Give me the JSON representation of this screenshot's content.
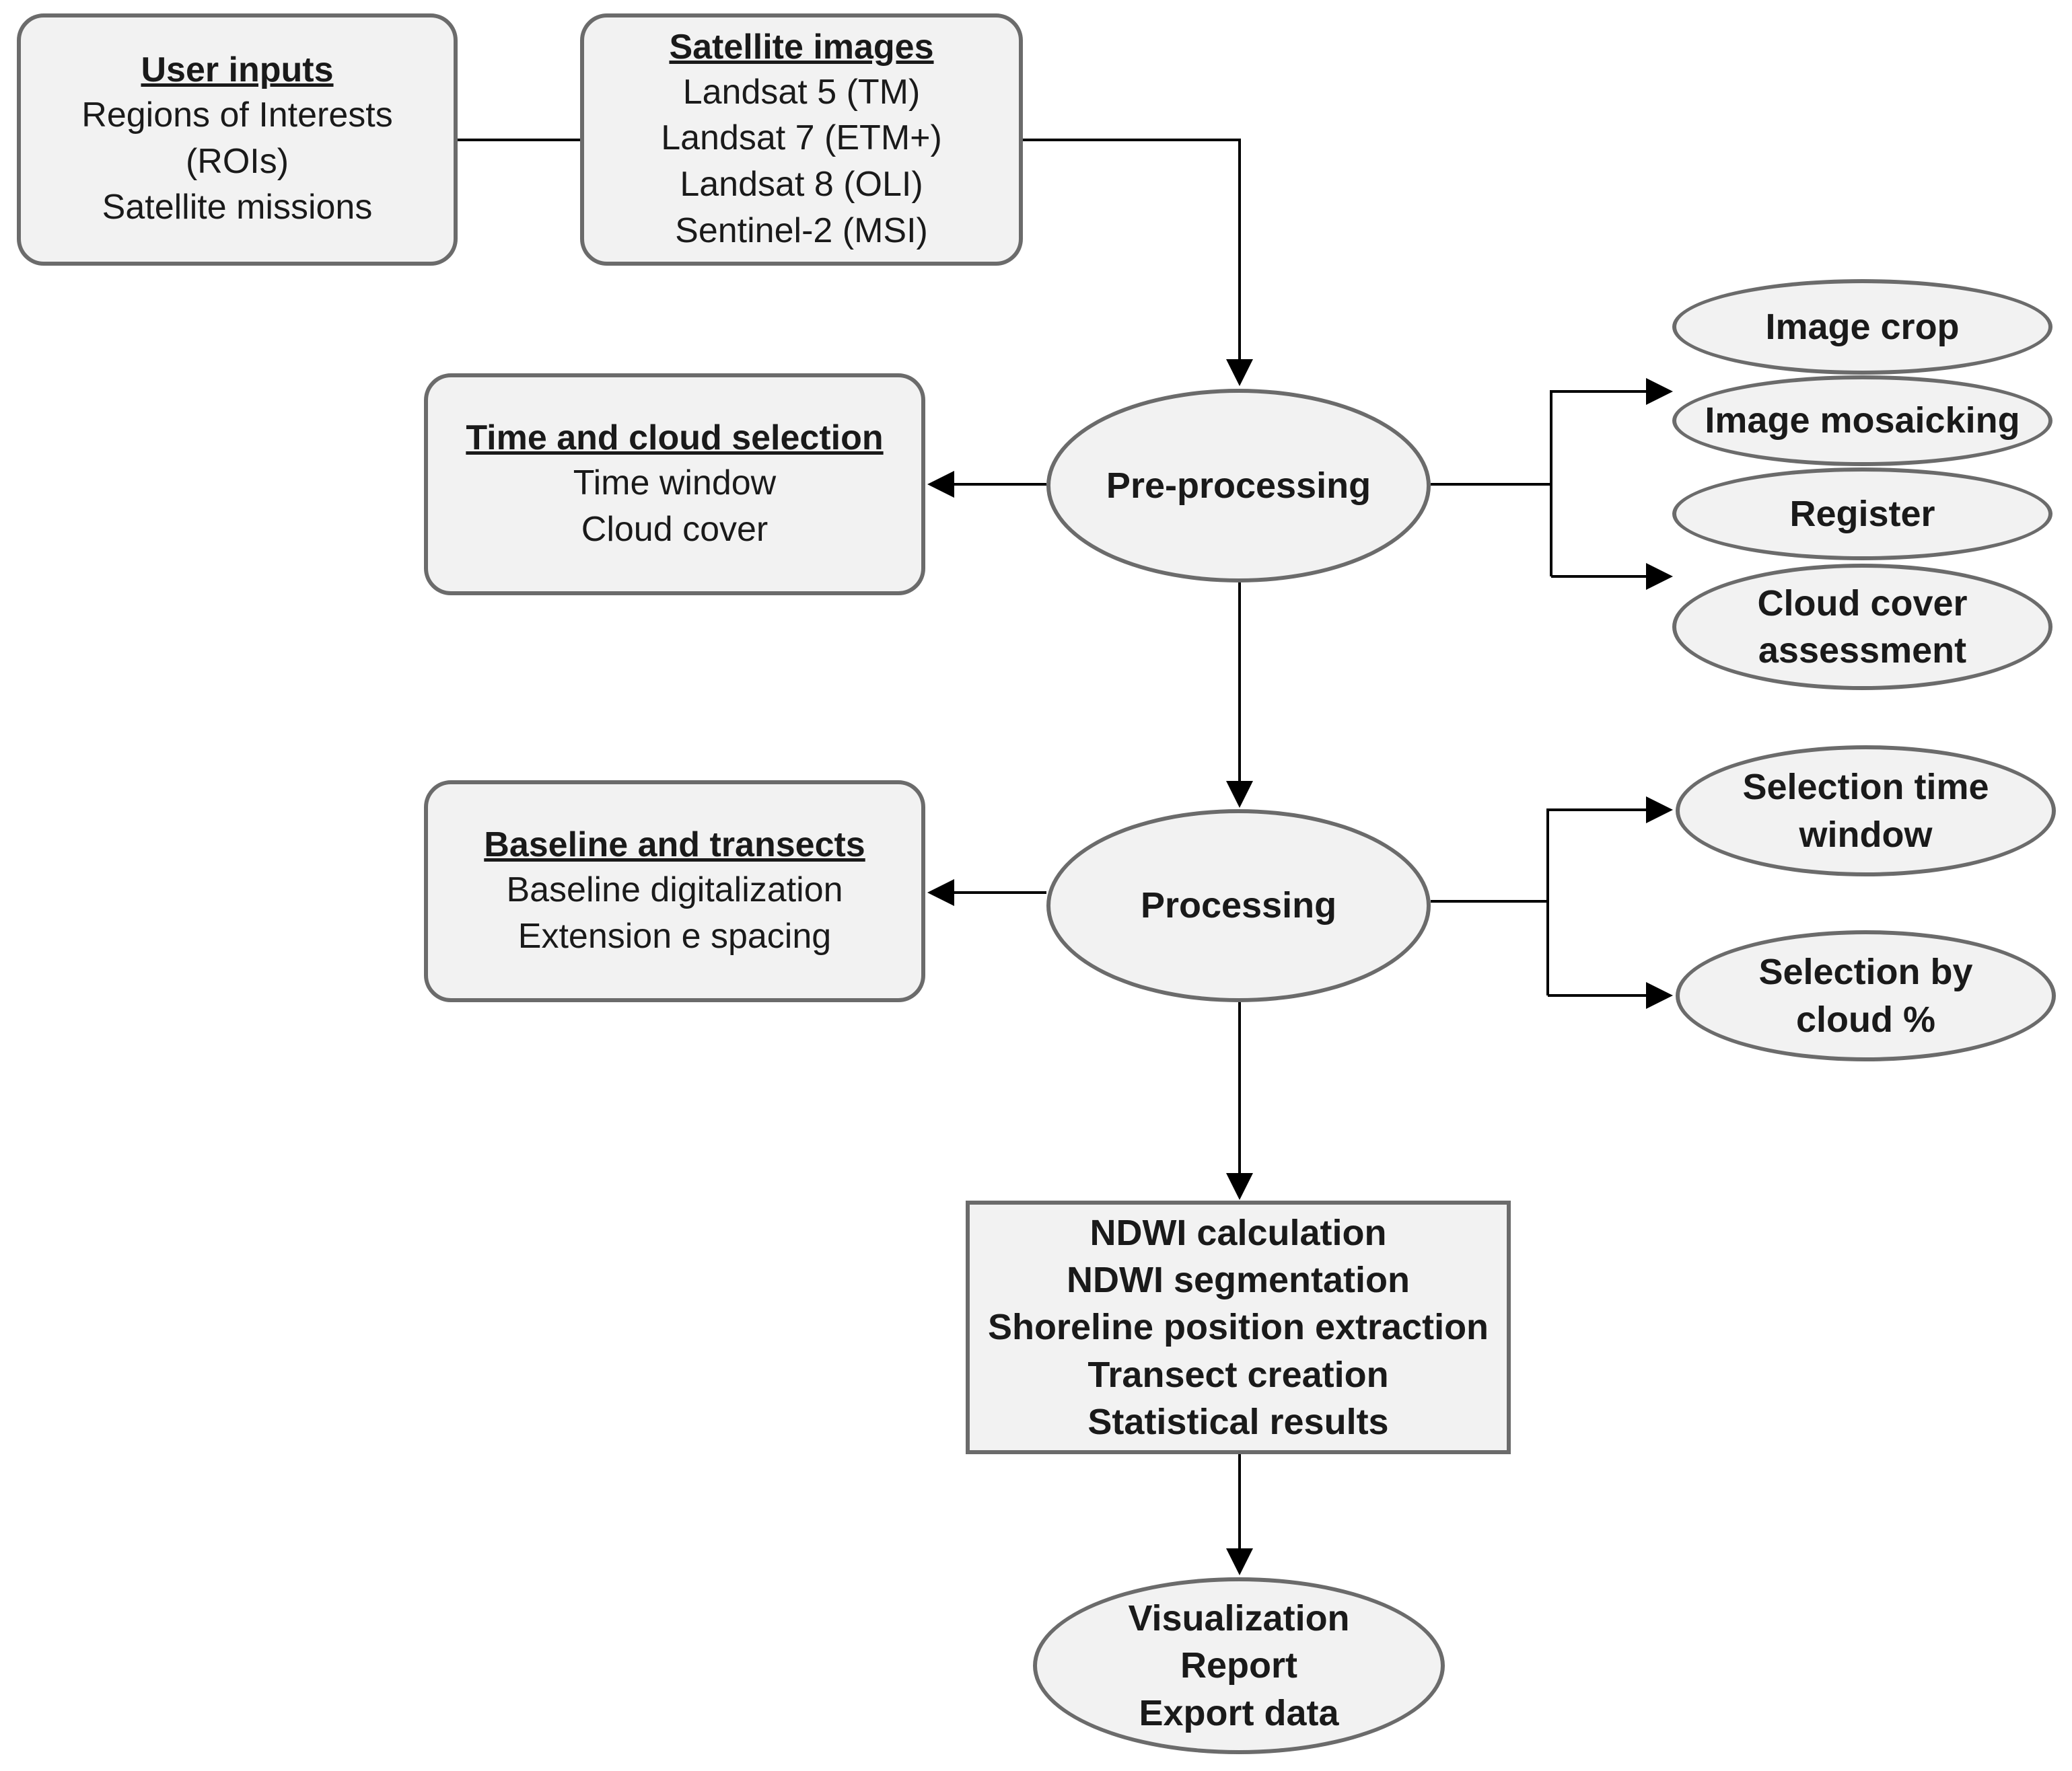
{
  "user_inputs": {
    "title": "User inputs",
    "lines": [
      "Regions of Interests",
      "(ROIs)",
      "Satellite missions"
    ]
  },
  "satellite_images": {
    "title": "Satellite images",
    "lines": [
      "Landsat 5 (TM)",
      "Landsat 7 (ETM+)",
      "Landsat 8 (OLI)",
      "Sentinel-2 (MSI)"
    ]
  },
  "time_cloud": {
    "title": "Time and cloud selection",
    "lines": [
      "Time window",
      "Cloud cover"
    ]
  },
  "preprocessing": {
    "label": "Pre-processing"
  },
  "preprocessing_steps": [
    {
      "lines": [
        "Image crop"
      ]
    },
    {
      "lines": [
        "Image mosaicking"
      ]
    },
    {
      "lines": [
        "Register"
      ]
    },
    {
      "lines": [
        "Cloud cover",
        "assessment"
      ]
    }
  ],
  "baseline": {
    "title": "Baseline and transects",
    "lines": [
      "Baseline digitalization",
      "Extension e spacing"
    ]
  },
  "processing": {
    "label": "Processing"
  },
  "processing_steps": [
    {
      "lines": [
        "Selection time",
        "window"
      ]
    },
    {
      "lines": [
        "Selection by",
        "cloud %"
      ]
    }
  ],
  "ndwi_box": {
    "lines": [
      "NDWI calculation",
      "NDWI segmentation",
      "Shoreline position extraction",
      "Transect creation",
      "Statistical results"
    ]
  },
  "outputs": {
    "lines": [
      "Visualization",
      "Report",
      "Export data"
    ]
  },
  "colors": {
    "fill": "#f2f2f2",
    "border": "#6b6b6b",
    "line": "#000000",
    "text": "#1a1a1a"
  }
}
